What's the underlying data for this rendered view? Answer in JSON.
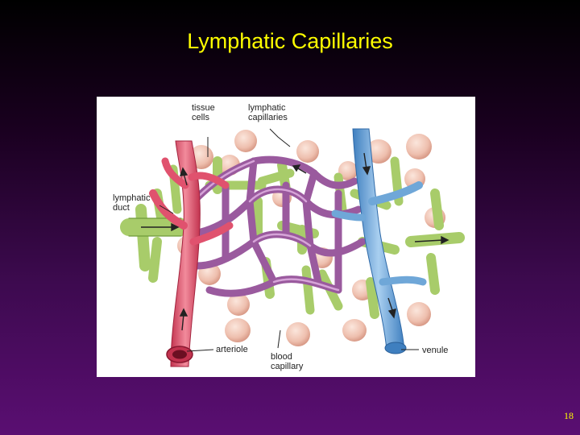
{
  "slide": {
    "title": "Lymphatic Capillaries",
    "page_number": "18"
  },
  "diagram": {
    "labels": {
      "tissue_cells": "tissue\ncells",
      "lymphatic_capillaries": "lymphatic\ncapillaries",
      "lymphatic_duct": "lymphatic\nduct",
      "arteriole": "arteriole",
      "blood_capillary": "blood\ncapillary",
      "venule": "venule"
    },
    "colors": {
      "arteriole": "#e0526e",
      "venule": "#6fa7d8",
      "capillary_net": "#9a5a9e",
      "lymphatic": "#a8cc6a",
      "tissue_cell": "#f2c9b8"
    }
  }
}
